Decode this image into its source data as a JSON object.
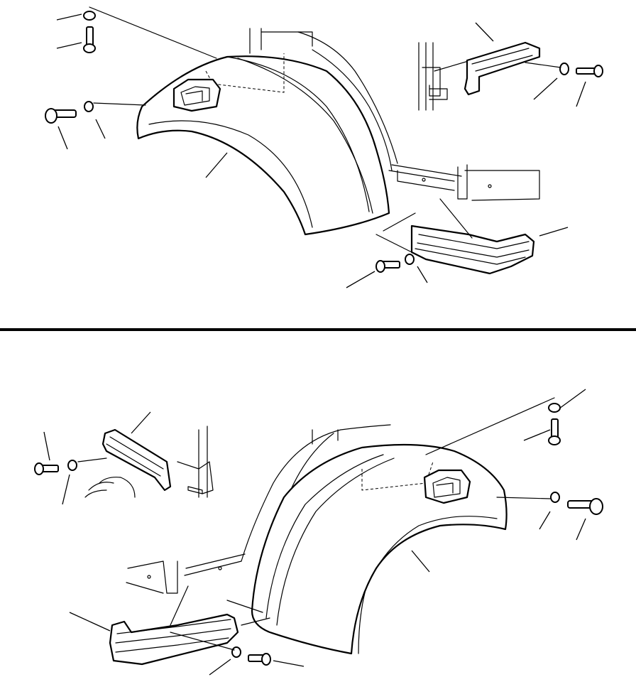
{
  "figure": {
    "type": "exploded-parts-diagram",
    "views": [
      {
        "view_id": "upper",
        "parts": [
          "fender",
          "fender-lamp",
          "upper-bracket",
          "lower-bracket",
          "bolt",
          "washer"
        ]
      },
      {
        "view_id": "lower",
        "parts": [
          "fender",
          "fender-lamp",
          "upper-bracket",
          "lower-bracket",
          "bolt",
          "washer"
        ]
      }
    ],
    "separator": "horizontal-rule",
    "colors": {
      "line": "#000000",
      "background": "#ffffff"
    }
  }
}
